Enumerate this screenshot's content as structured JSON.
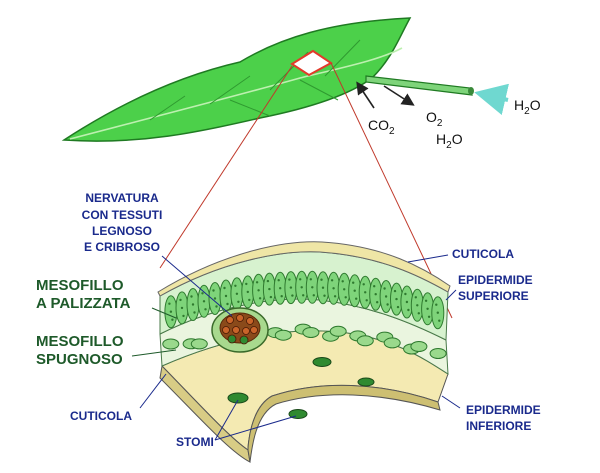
{
  "labels": {
    "nervatura_1": "NERVATURA",
    "nervatura_2": "CON TESSUTI",
    "nervatura_3": "LEGNOSO",
    "nervatura_4": "E CRIBROSO",
    "mesofillo_palizzata_1": "MESOFILLO",
    "mesofillo_palizzata_2": "A  PALIZZATA",
    "mesofillo_spugnoso_1": "MESOFILLO",
    "mesofillo_spugnoso_2": "SPUGNOSO",
    "cuticola_top": "CUTICOLA",
    "epidermide_sup_1": "EPIDERMIDE",
    "epidermide_sup_2": "SUPERIORE",
    "epidermide_inf_1": "EPIDERMIDE",
    "epidermide_inf_2": "INFERIORE",
    "cuticola_bottom": "CUTICOLA",
    "stomi": "STOMI"
  },
  "gases": {
    "h2o_in_base": "H",
    "h2o_in_sub": "2",
    "h2o_in_end": "O",
    "co2_base": "CO",
    "co2_sub": "2",
    "o2_base": "O",
    "o2_sub": "2",
    "h2o_out_base": "H",
    "h2o_out_sub": "2",
    "h2o_out_end": "O"
  },
  "colors": {
    "leaf": "#4cd04a",
    "leaf_dark": "#1f7a22",
    "palisade": "#7ed47a",
    "cuticle": "#efe6a6",
    "spongy_block": "#f4eab2",
    "water_arrow": "#6fd8d0",
    "zoom_lines": "#c0392b",
    "label_navy": "#1a2a8c",
    "label_green": "#1e5a2a"
  }
}
